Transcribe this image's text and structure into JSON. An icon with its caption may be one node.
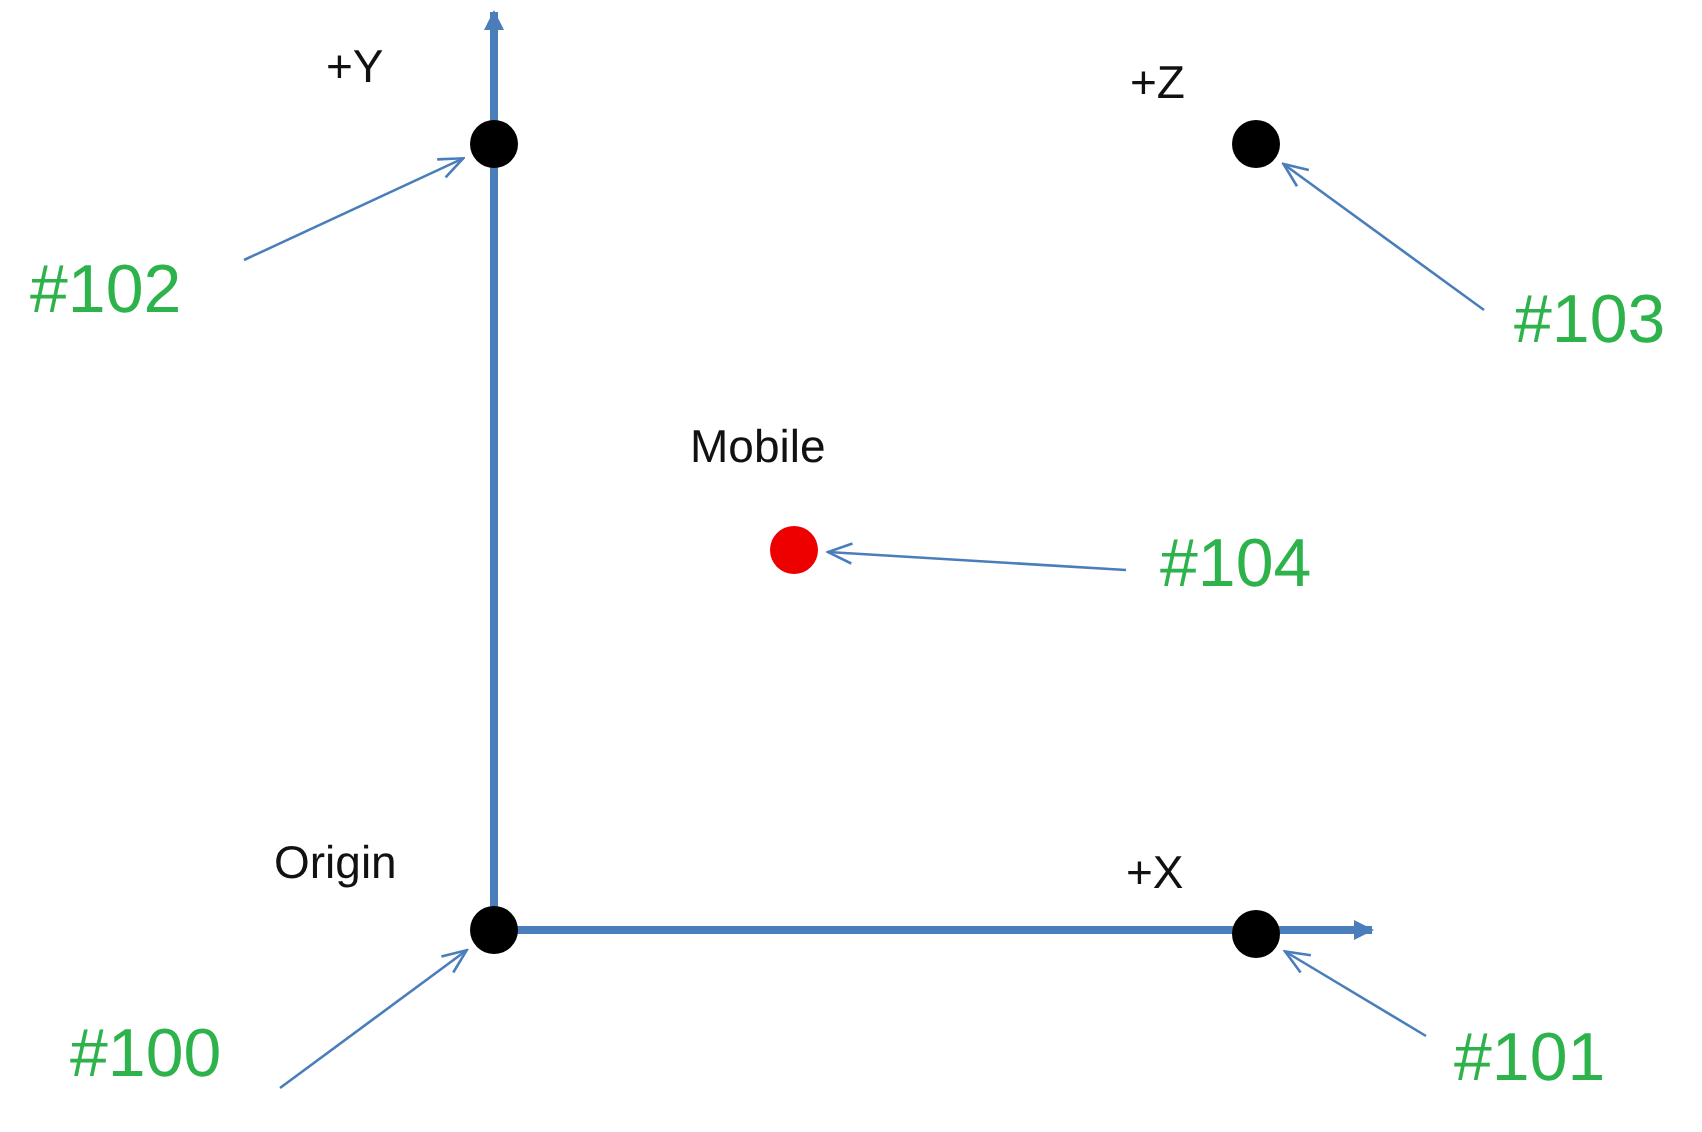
{
  "diagram": {
    "nodes": [
      {
        "text": [],
        "shape": "circle",
        "beside": [
          "Origin"
        ]
      },
      {
        "text": [],
        "shape": "circle",
        "beside": [
          "+X"
        ]
      },
      {
        "text": [],
        "shape": "circle",
        "beside": [
          "+Y"
        ]
      },
      {
        "text": [],
        "shape": "circle",
        "beside": [
          "+Z"
        ]
      },
      {
        "text": [],
        "shape": "circle",
        "beside": [
          "Mobile"
        ]
      },
      {
        "text": [
          "#100"
        ]
      },
      {
        "text": [
          "#101"
        ]
      },
      {
        "text": [
          "#102"
        ]
      },
      {
        "text": [
          "#103"
        ]
      },
      {
        "text": [
          "#104"
        ]
      }
    ],
    "edges": [
      {
        "from": 5,
        "to": 0,
        "arrow": "to"
      },
      {
        "from": 6,
        "to": 1,
        "arrow": "to"
      },
      {
        "from": 7,
        "to": 2,
        "arrow": "to"
      },
      {
        "from": 8,
        "to": 3,
        "arrow": "to"
      },
      {
        "from": 9,
        "to": 4,
        "arrow": "to"
      }
    ]
  }
}
